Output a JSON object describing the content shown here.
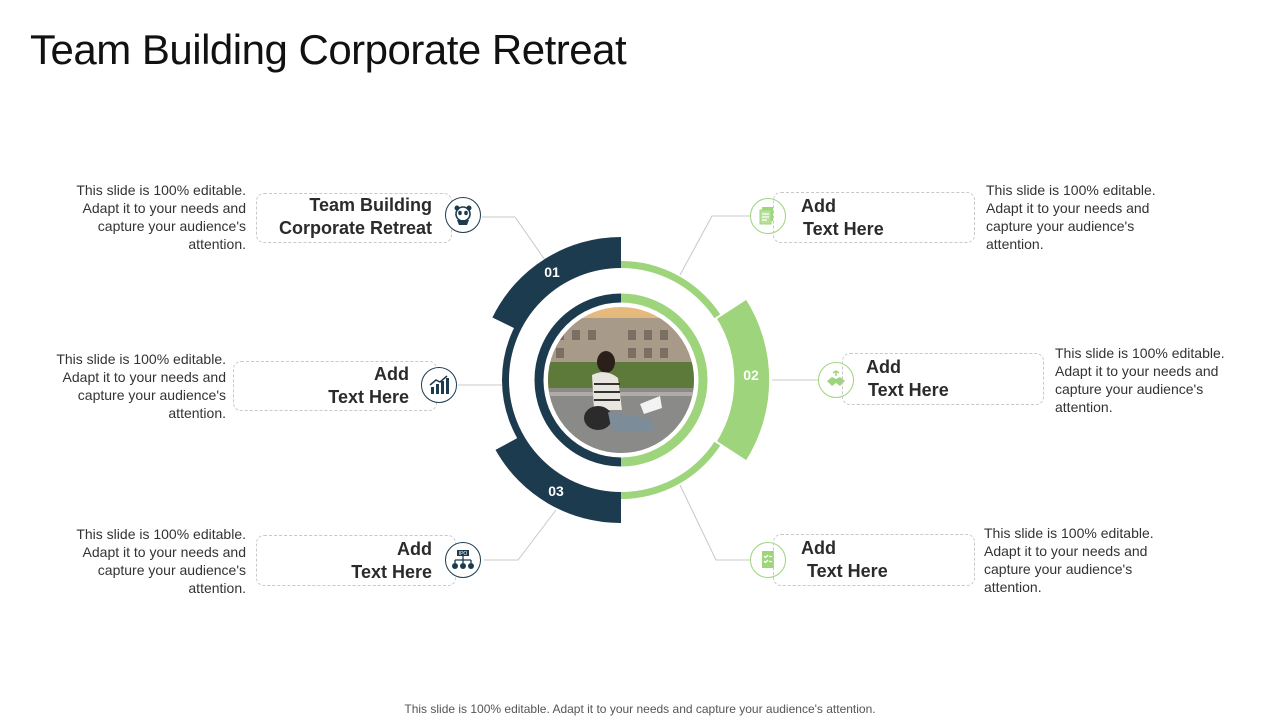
{
  "slide": {
    "title": "Team Building Corporate Retreat",
    "footer": "This slide is 100% editable. Adapt it to your needs and capture your audience's attention."
  },
  "segments": [
    {
      "number": "01",
      "color": "#1d3b4f"
    },
    {
      "number": "02",
      "color": "#9ed47c"
    },
    {
      "number": "03",
      "color": "#1d3b4f"
    }
  ],
  "items": [
    {
      "id": "top-left",
      "label_line1": "Team Building",
      "label_line2": "Corporate Retreat",
      "description": "This slide is 100% editable. Adapt it to your needs and capture your audience's attention.",
      "icon": "panda-icon",
      "icon_color": "#1d3b4f"
    },
    {
      "id": "mid-left",
      "label_line1": "Add",
      "label_line2": "Text Here",
      "description": "This slide is 100% editable. Adapt it to your needs and capture your audience's attention.",
      "icon": "growth-chart-icon",
      "icon_color": "#1d3b4f"
    },
    {
      "id": "bottom-left",
      "label_line1": "Add",
      "label_line2": "Text Here",
      "description": "This slide is 100% editable. Adapt it to your needs and capture your audience's attention.",
      "icon": "ipo-icon",
      "icon_color": "#1d3b4f"
    },
    {
      "id": "top-right",
      "label_line1": "Add",
      "label_line2": "Text Here",
      "description": "This slide is 100% editable. Adapt it to your needs and capture your audience's attention.",
      "icon": "document-stack-icon",
      "icon_color": "#9ed47c"
    },
    {
      "id": "mid-right",
      "label_line1": "Add",
      "label_line2": "Text Here",
      "description": "This slide is 100% editable. Adapt it to your needs and capture your audience's attention.",
      "icon": "handshake-icon",
      "icon_color": "#9ed47c"
    },
    {
      "id": "bottom-right",
      "label_line1": "Add",
      "label_line2": "Text Here",
      "description": "This slide is 100% editable. Adapt it to your needs and capture your audience's attention.",
      "icon": "checklist-icon",
      "icon_color": "#9ed47c"
    }
  ],
  "center_image": {
    "subject": "woman sitting on street with laptop"
  }
}
